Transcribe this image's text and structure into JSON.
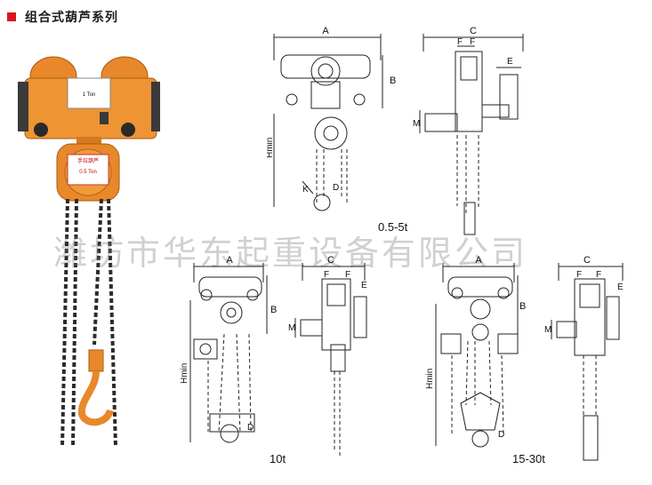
{
  "header": {
    "title": "组合式葫芦系列"
  },
  "watermark": "潍坊市华东起重设备有限公司",
  "product_label": {
    "name": "手拉葫芦",
    "capacity": "0.5 Ton"
  },
  "trolley_label": {
    "capacity": "1 Ton"
  },
  "figures": [
    {
      "caption": "0.5-5t",
      "dims": [
        "A",
        "B",
        "C",
        "F",
        "F",
        "E",
        "M",
        "Hmin",
        "K",
        "D"
      ]
    },
    {
      "caption": "10t",
      "dims": [
        "A",
        "B",
        "C",
        "F",
        "F",
        "E",
        "M",
        "Hmin",
        "D"
      ]
    },
    {
      "caption": "15-30t",
      "dims": [
        "A",
        "B",
        "C",
        "F",
        "F",
        "E",
        "M",
        "Hmin",
        "D"
      ]
    }
  ],
  "colors": {
    "accent": "#d8161d",
    "hoist_orange": "#e8882a",
    "chain": "#2b2b2b"
  }
}
